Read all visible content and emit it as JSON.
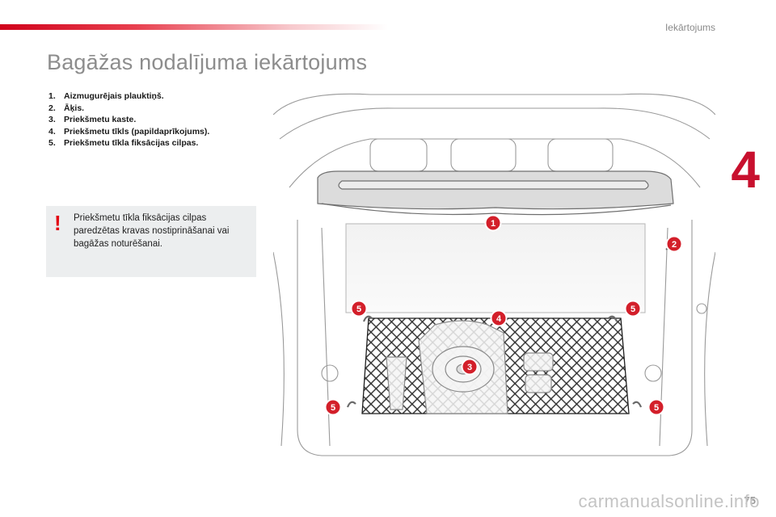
{
  "header": {
    "section_label": "Iekārtojums",
    "accent_color": "#d0021b"
  },
  "page_title": "Bagāžas nodalījuma iekārtojums",
  "chapter_number": "4",
  "parts": [
    {
      "num": "1.",
      "label": "Aizmugurējais plauktiņš."
    },
    {
      "num": "2.",
      "label": "Āķis."
    },
    {
      "num": "3.",
      "label": "Priekšmetu kaste."
    },
    {
      "num": "4.",
      "label": "Priekšmetu tīkls (papildaprīkojums)."
    },
    {
      "num": "5.",
      "label": "Priekšmetu tīkla fiksācijas cilpas."
    }
  ],
  "warning": {
    "icon": "exclamation-icon",
    "text": "Priekšmetu tīkla fiksācijas cilpas paredzētas kravas nostiprināšanai vai bagāžas noturēšanai."
  },
  "callouts": [
    "1",
    "2",
    "3",
    "4",
    "5",
    "5",
    "5",
    "5"
  ],
  "page_number": "75",
  "watermark": "carmanualsonline.info"
}
